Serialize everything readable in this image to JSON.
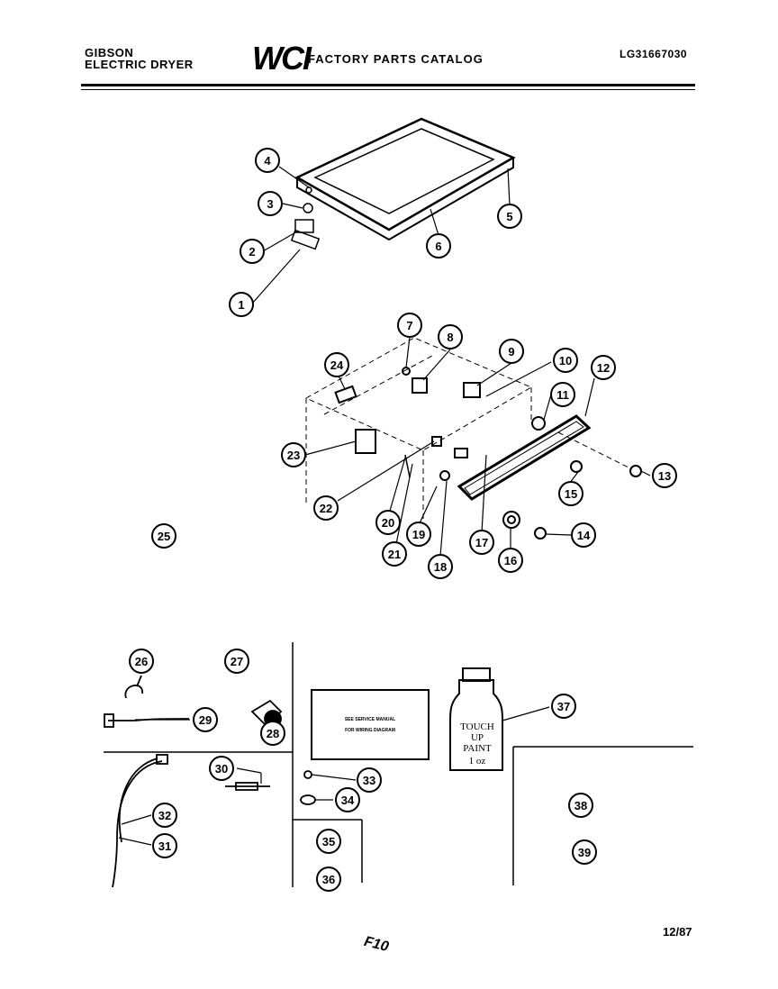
{
  "header": {
    "brand_line1": "GIBSON",
    "brand_line2": "ELECTRIC DRYER",
    "logo": "WCI",
    "catalog_title": "FACTORY PARTS CATALOG",
    "model_number": "LG31667030"
  },
  "footer": {
    "page_code": "F10",
    "date": "12/87"
  },
  "paint_bottle": {
    "line1": "TOUCH",
    "line2": "UP",
    "line3": "PAINT",
    "line4": "1 oz"
  },
  "service_note": {
    "line1": "SEE SERVICE MANUAL",
    "line2": "FOR WIRING DIAGRAM"
  },
  "callouts": [
    "1",
    "2",
    "3",
    "4",
    "5",
    "6",
    "7",
    "8",
    "9",
    "10",
    "11",
    "12",
    "13",
    "14",
    "15",
    "16",
    "17",
    "18",
    "19",
    "20",
    "21",
    "22",
    "23",
    "24",
    "25",
    "26",
    "27",
    "28",
    "29",
    "30",
    "31",
    "32",
    "33",
    "34",
    "35",
    "36",
    "37",
    "38",
    "39"
  ],
  "callout_list": [
    {
      "id": "c1",
      "label": "1"
    },
    {
      "id": "c2",
      "label": "2"
    },
    {
      "id": "c3",
      "label": "3"
    },
    {
      "id": "c4",
      "label": "4"
    },
    {
      "id": "c5",
      "label": "5"
    },
    {
      "id": "c6",
      "label": "6"
    },
    {
      "id": "c7",
      "label": "7"
    },
    {
      "id": "c8",
      "label": "8"
    },
    {
      "id": "c9",
      "label": "9"
    },
    {
      "id": "c10",
      "label": "10"
    },
    {
      "id": "c11",
      "label": "11"
    },
    {
      "id": "c12",
      "label": "12"
    },
    {
      "id": "c13",
      "label": "13"
    },
    {
      "id": "c14",
      "label": "14"
    },
    {
      "id": "c15",
      "label": "15"
    },
    {
      "id": "c16",
      "label": "16"
    },
    {
      "id": "c17",
      "label": "17"
    },
    {
      "id": "c18",
      "label": "18"
    },
    {
      "id": "c19",
      "label": "19"
    },
    {
      "id": "c20",
      "label": "20"
    },
    {
      "id": "c21",
      "label": "21"
    },
    {
      "id": "c22",
      "label": "22"
    },
    {
      "id": "c23",
      "label": "23"
    },
    {
      "id": "c24",
      "label": "24"
    },
    {
      "id": "c25",
      "label": "25"
    },
    {
      "id": "c26",
      "label": "26"
    },
    {
      "id": "c27",
      "label": "27"
    },
    {
      "id": "c28",
      "label": "28"
    },
    {
      "id": "c29",
      "label": "29"
    },
    {
      "id": "c30",
      "label": "30"
    },
    {
      "id": "c31",
      "label": "31"
    },
    {
      "id": "c32",
      "label": "32"
    },
    {
      "id": "c33",
      "label": "33"
    },
    {
      "id": "c34",
      "label": "34"
    },
    {
      "id": "c35",
      "label": "35"
    },
    {
      "id": "c36",
      "label": "36"
    },
    {
      "id": "c37",
      "label": "37"
    },
    {
      "id": "c38",
      "label": "38"
    },
    {
      "id": "c39",
      "label": "39"
    }
  ]
}
